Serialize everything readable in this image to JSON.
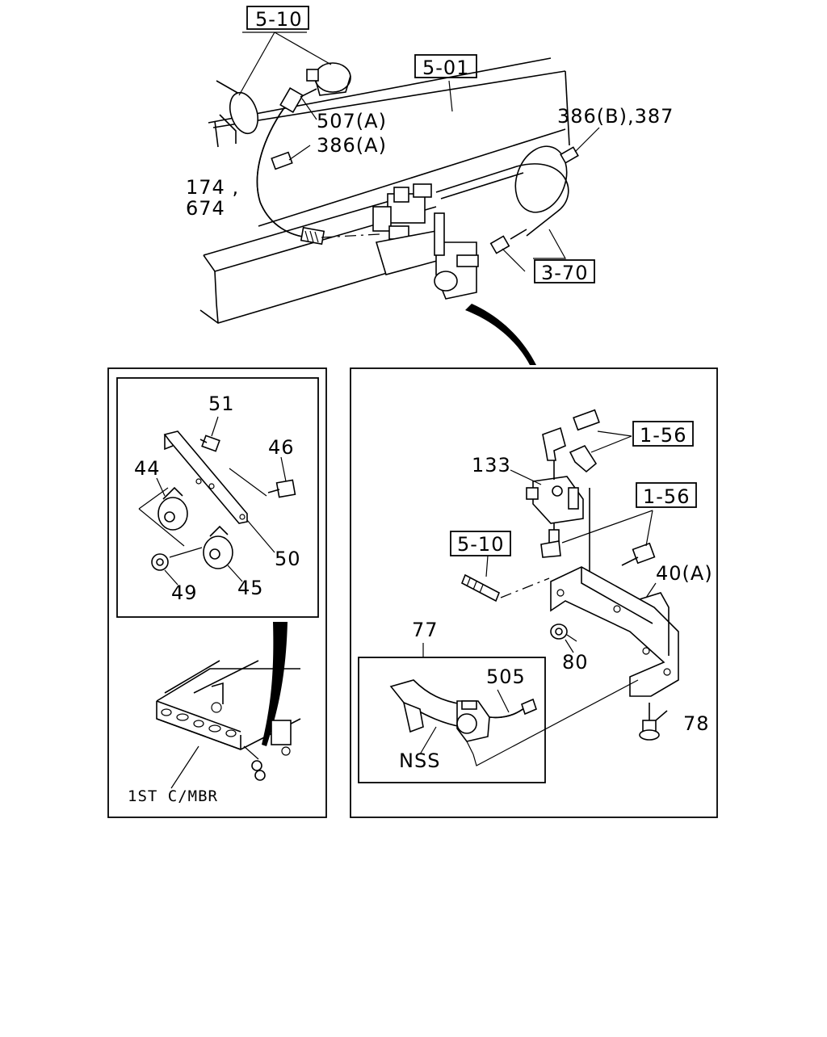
{
  "labels": {
    "ref_5_10_top": "5-10",
    "ref_5_01": "5-01",
    "p507a": "507(A)",
    "p386a": "386(A)",
    "p386b_387": "386(B),387",
    "p174": "174 ,",
    "p674": "674",
    "ref_3_70": "3-70",
    "p51": "51",
    "p46": "46",
    "p44": "44",
    "p50": "50",
    "p49": "49",
    "p45": "45",
    "cmbr": "1ST C/MBR",
    "ref_1_56_a": "1-56",
    "ref_1_56_b": "1-56",
    "p133": "133",
    "ref_5_10_mid": "5-10",
    "p40a": "40(A)",
    "p77": "77",
    "p80": "80",
    "p505": "505",
    "nss": "NSS",
    "p78": "78"
  }
}
